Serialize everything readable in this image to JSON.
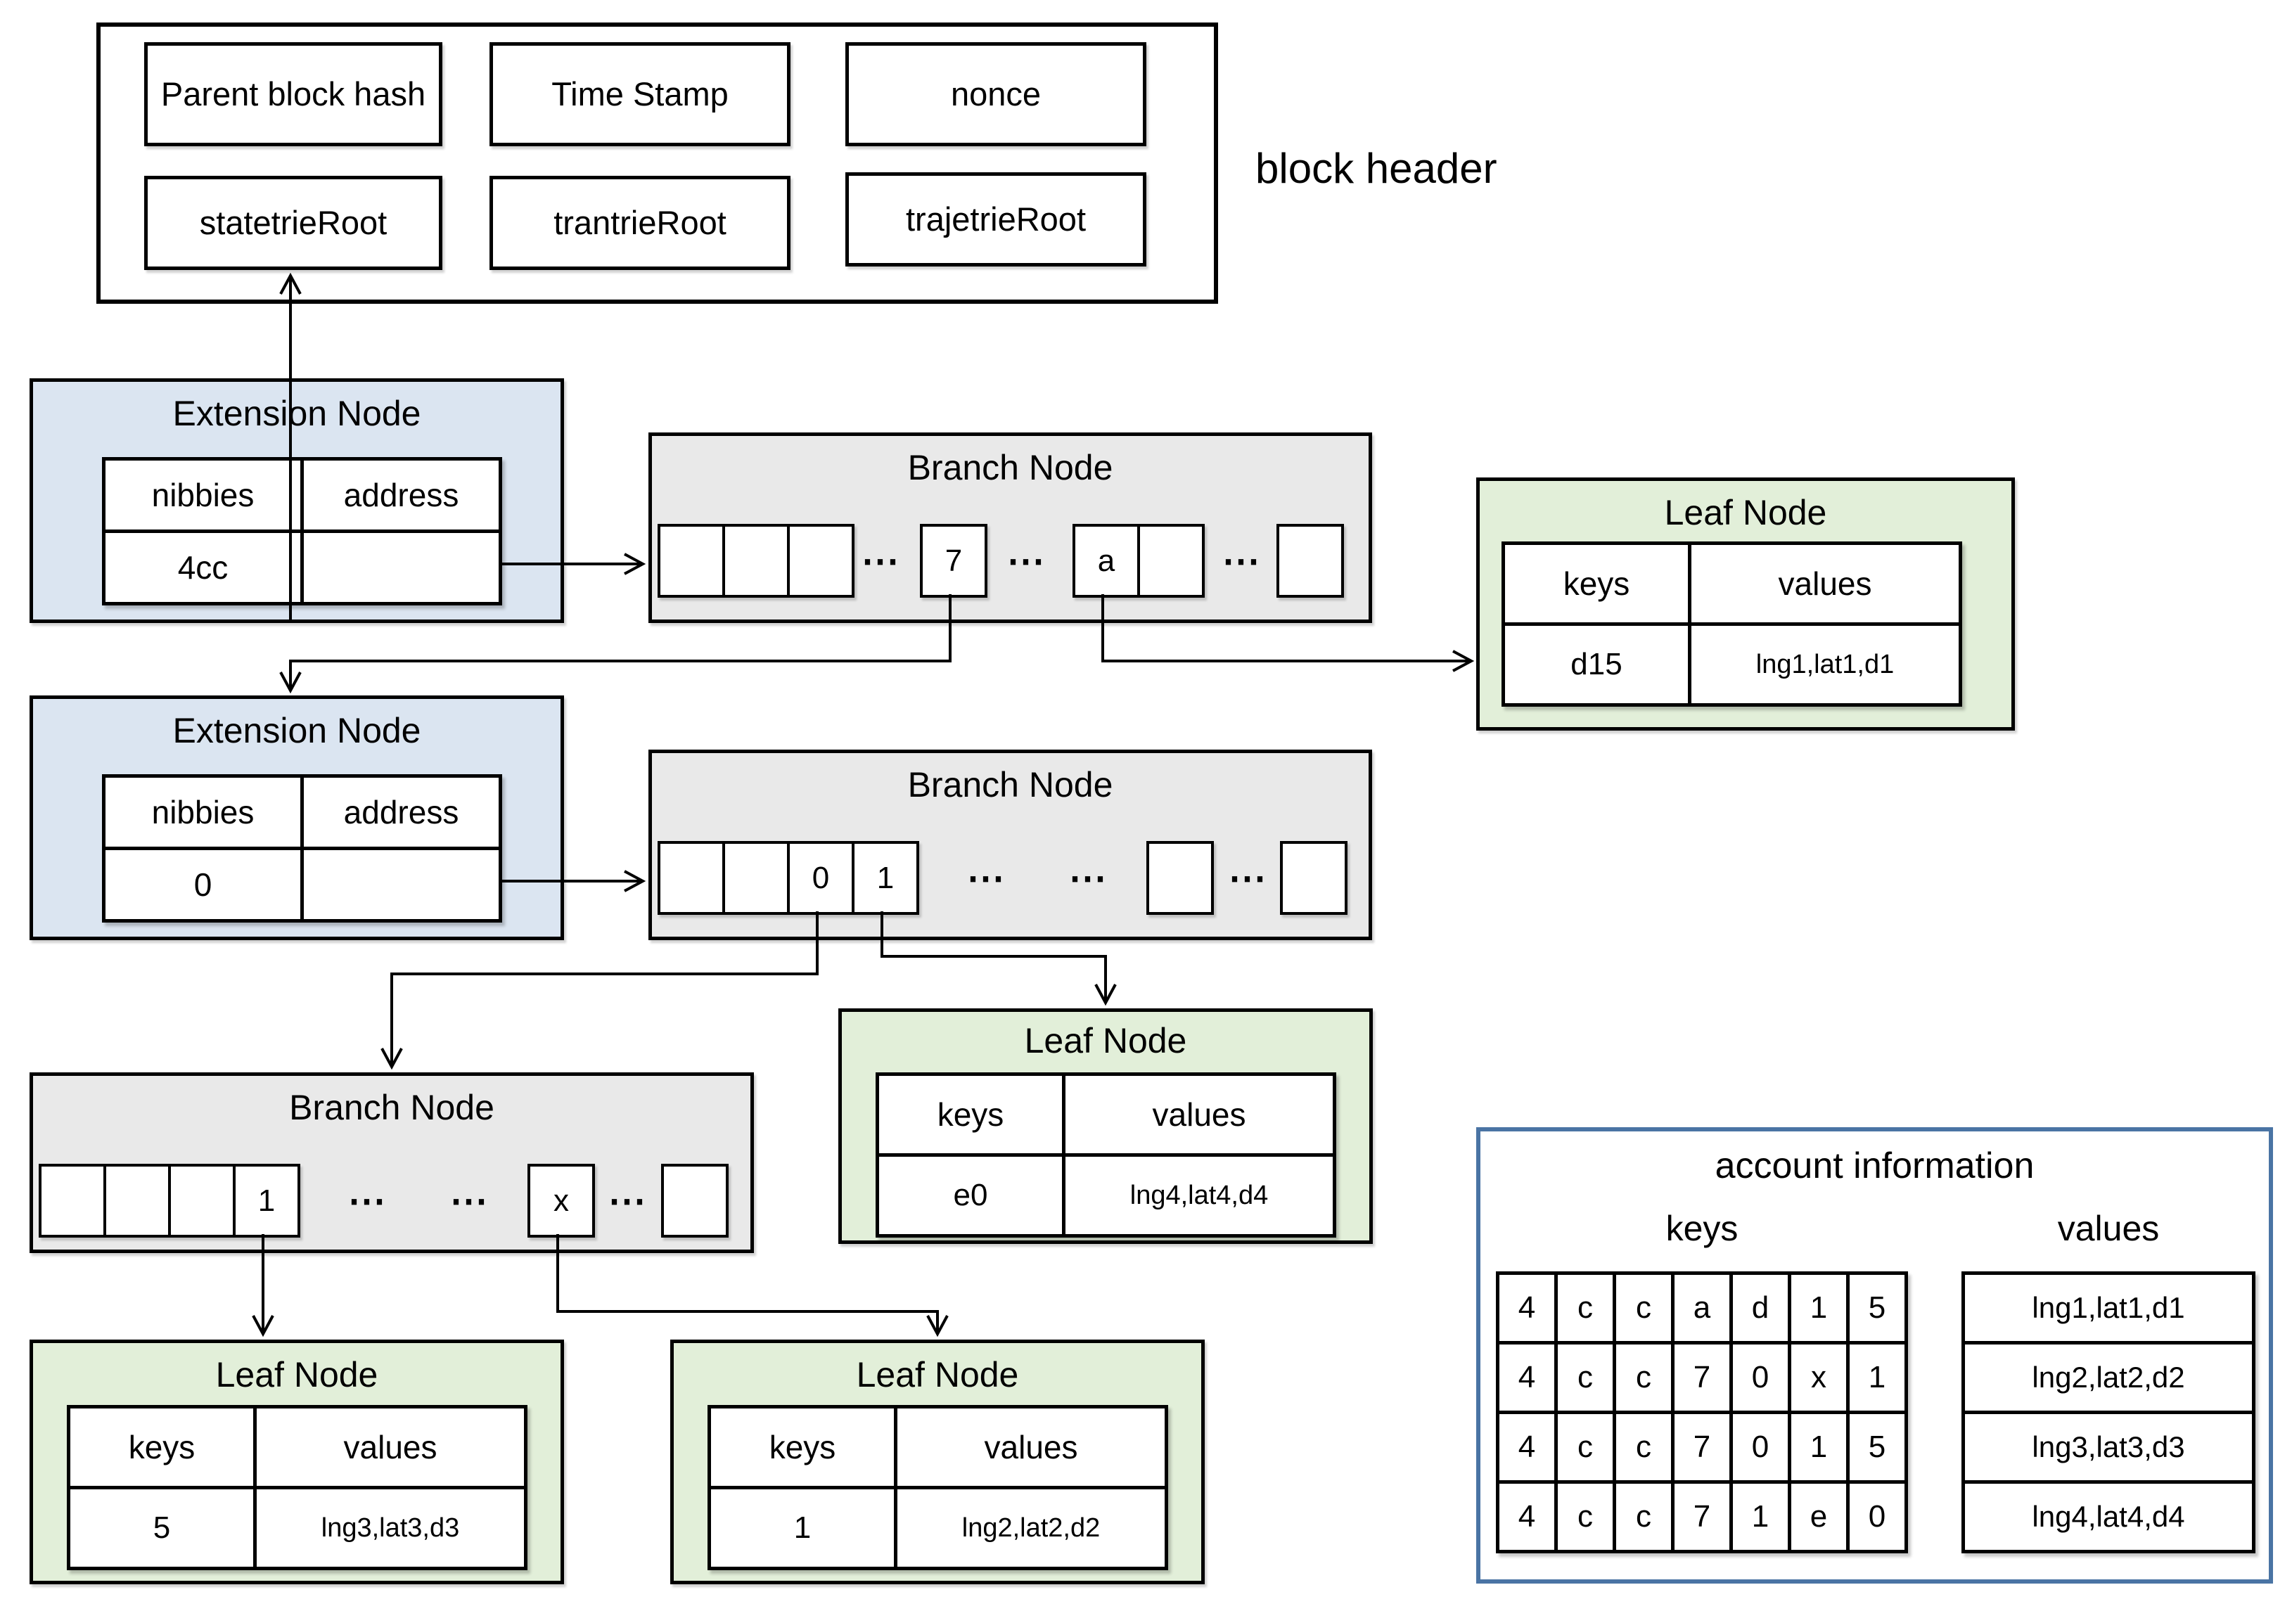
{
  "labels": {
    "block_header": "block header",
    "dots": "⋯"
  },
  "block_header": {
    "fields": [
      "Parent block hash",
      "Time Stamp",
      "nonce",
      "statetrieRoot",
      "trantrieRoot",
      "trajetrieRoot"
    ]
  },
  "ext1": {
    "title": "Extension Node",
    "nibbles_header": "nibbies",
    "address_header": "address",
    "nibbles_value": "4cc",
    "address_value": ""
  },
  "ext2": {
    "title": "Extension Node",
    "nibbles_header": "nibbies",
    "address_header": "address",
    "nibbles_value": "0",
    "address_value": ""
  },
  "branch1": {
    "title": "Branch Node",
    "cell_7": "7",
    "cell_a": "a"
  },
  "branch2": {
    "title": "Branch Node",
    "cell_0": "0",
    "cell_1": "1"
  },
  "branch3": {
    "title": "Branch Node",
    "cell_1": "1",
    "cell_x": "x"
  },
  "leaf1": {
    "title": "Leaf Node",
    "keys_header": "keys",
    "values_header": "values",
    "key": "d15",
    "value": "lng1,lat1,d1"
  },
  "leaf2": {
    "title": "Leaf Node",
    "keys_header": "keys",
    "values_header": "values",
    "key": "e0",
    "value": "lng4,lat4,d4"
  },
  "leaf3": {
    "title": "Leaf Node",
    "keys_header": "keys",
    "values_header": "values",
    "key": "5",
    "value": "lng3,lat3,d3"
  },
  "leaf4": {
    "title": "Leaf Node",
    "keys_header": "keys",
    "values_header": "values",
    "key": "1",
    "value": "lng2,lat2,d2"
  },
  "account": {
    "title": "account information",
    "keys_header": "keys",
    "values_header": "values",
    "rows": [
      {
        "key": [
          "4",
          "c",
          "c",
          "a",
          "d",
          "1",
          "5"
        ],
        "value": "lng1,lat1,d1"
      },
      {
        "key": [
          "4",
          "c",
          "c",
          "7",
          "0",
          "x",
          "1"
        ],
        "value": "lng2,lat2,d2"
      },
      {
        "key": [
          "4",
          "c",
          "c",
          "7",
          "0",
          "1",
          "5"
        ],
        "value": "lng3,lat3,d3"
      },
      {
        "key": [
          "4",
          "c",
          "c",
          "7",
          "1",
          "e",
          "0"
        ],
        "value": "lng4,lat4,d4"
      }
    ]
  },
  "colors": {
    "extension_fill": "#dbe5f1",
    "branch_fill": "#e9e9e9",
    "leaf_fill": "#e2efd9",
    "account_border": "#4a74a4"
  }
}
